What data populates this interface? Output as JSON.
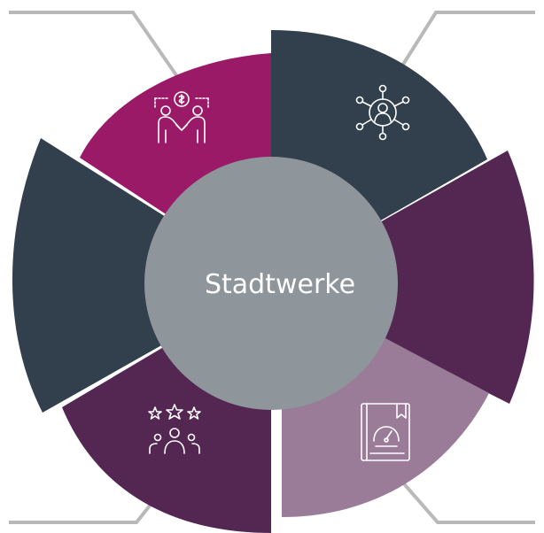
{
  "center": {
    "label": "Stadtwerke"
  },
  "colors": {
    "navy": "#323f4d",
    "magenta": "#9b1a68",
    "plum": "#542652",
    "mauve": "#9a7c98",
    "center": "#8e959b",
    "connector": "#b9b9b9"
  },
  "segments": [
    {
      "name": "top-right",
      "color": "navy",
      "icon": "network-person-icon"
    },
    {
      "name": "right",
      "color": "plum",
      "icon": ""
    },
    {
      "name": "bottom-right",
      "color": "mauve",
      "icon": "gauge-book-icon"
    },
    {
      "name": "bottom-left",
      "color": "plum",
      "icon": "star-rating-team-icon"
    },
    {
      "name": "left",
      "color": "navy",
      "icon": ""
    },
    {
      "name": "top-left",
      "color": "magenta",
      "icon": "handshake-money-icon"
    }
  ]
}
